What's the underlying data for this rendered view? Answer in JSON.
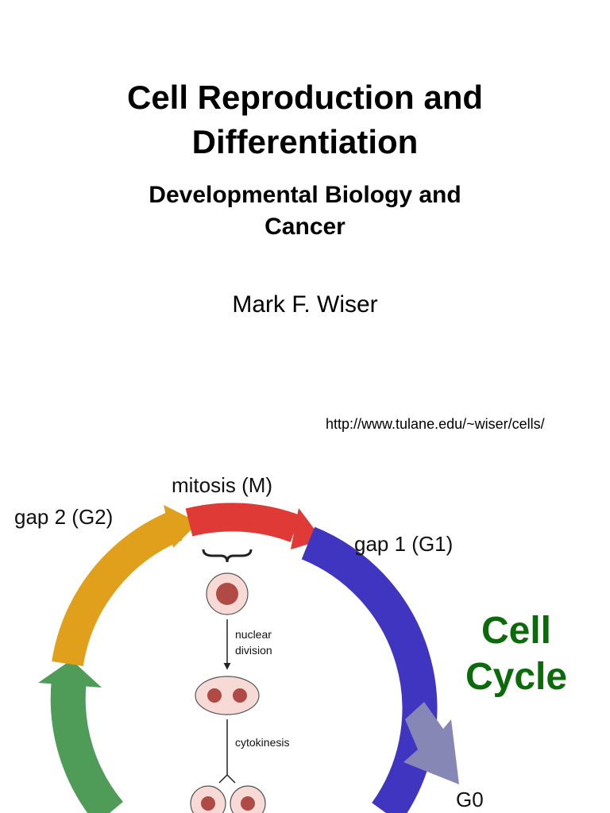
{
  "slide": {
    "title_line1": "Cell Reproduction and",
    "title_line2": "Differentiation",
    "subtitle_line1": "Developmental Biology and",
    "subtitle_line2": "Cancer",
    "author": "Mark F. Wiser",
    "url": "http://www.tulane.edu/~wiser/cells/"
  },
  "diagram": {
    "phases": {
      "m": "mitosis (M)",
      "g2": "gap 2 (G2)",
      "g1": "gap 1 (G1)",
      "g0": "G0"
    },
    "steps": {
      "nuclear_line1": "nuclear",
      "nuclear_line2": "division",
      "cytokinesis": "cytokinesis"
    },
    "cycle_label_line1": "Cell",
    "cycle_label_line2": "Cycle",
    "colors": {
      "mitosis": "#e03a36",
      "g1": "#4035c0",
      "g2": "#e0a01c",
      "s": "#4f9b58",
      "g0": "#8687b5",
      "cell_body": "#f7dad6",
      "nucleus": "#b04a45",
      "title_green": "#0b6b0b"
    }
  }
}
